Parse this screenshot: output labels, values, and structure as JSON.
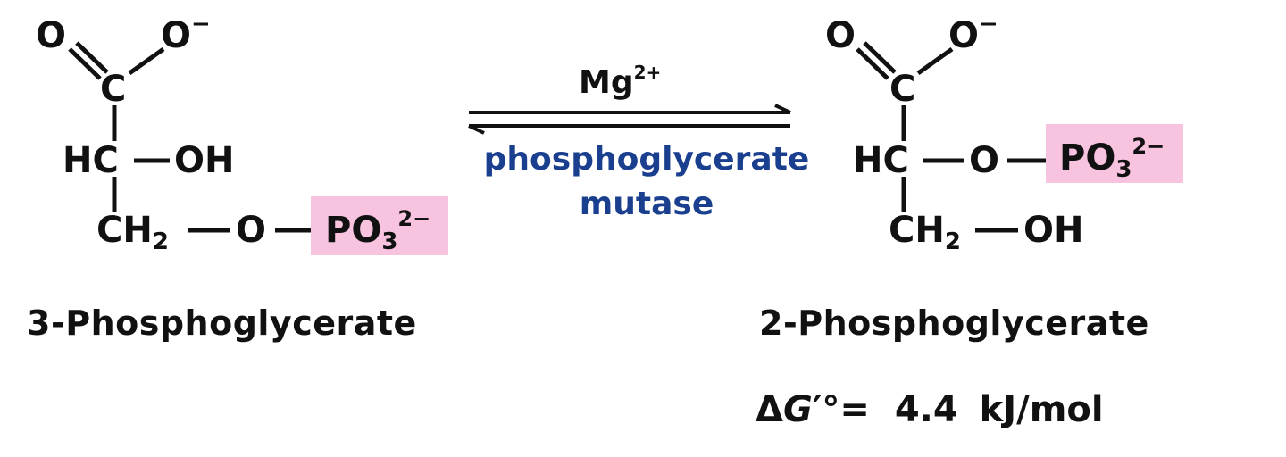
{
  "reaction": {
    "substrate": {
      "name": "3-Phosphoglycerate",
      "carbonyl_o": "O",
      "carboxylate_o": "O",
      "carboxylate_charge": "−",
      "c1": "C",
      "c2_h": "HC",
      "c2_sub": "OH",
      "c3": "CH",
      "c3_sub_num": "2",
      "bridge_o": "O",
      "phosphate": "PO",
      "phosphate_sub": "3",
      "phosphate_charge": "2−"
    },
    "product": {
      "name": "2-Phosphoglycerate",
      "carbonyl_o": "O",
      "carboxylate_o": "O",
      "carboxylate_charge": "−",
      "c1": "C",
      "c2_h": "HC",
      "bridge_o": "O",
      "phosphate": "PO",
      "phosphate_sub": "3",
      "phosphate_charge": "2−",
      "c3": "CH",
      "c3_sub_num": "2",
      "c3_sub": "OH"
    },
    "cofactor": {
      "symbol": "Mg",
      "charge": "2+"
    },
    "enzyme": {
      "line1": "phosphoglycerate",
      "line2": "mutase"
    },
    "arrow": "reversible-equilibrium-arrows",
    "free_energy": {
      "delta": "Δ",
      "symbol": "G",
      "prime_degree": "′°",
      "equals": "=",
      "value": "4.4",
      "unit": "kJ/mol"
    }
  },
  "colors": {
    "phosphate_highlight": "#f7c3df",
    "enzyme_text": "#1a3f8f",
    "text": "#111111"
  }
}
